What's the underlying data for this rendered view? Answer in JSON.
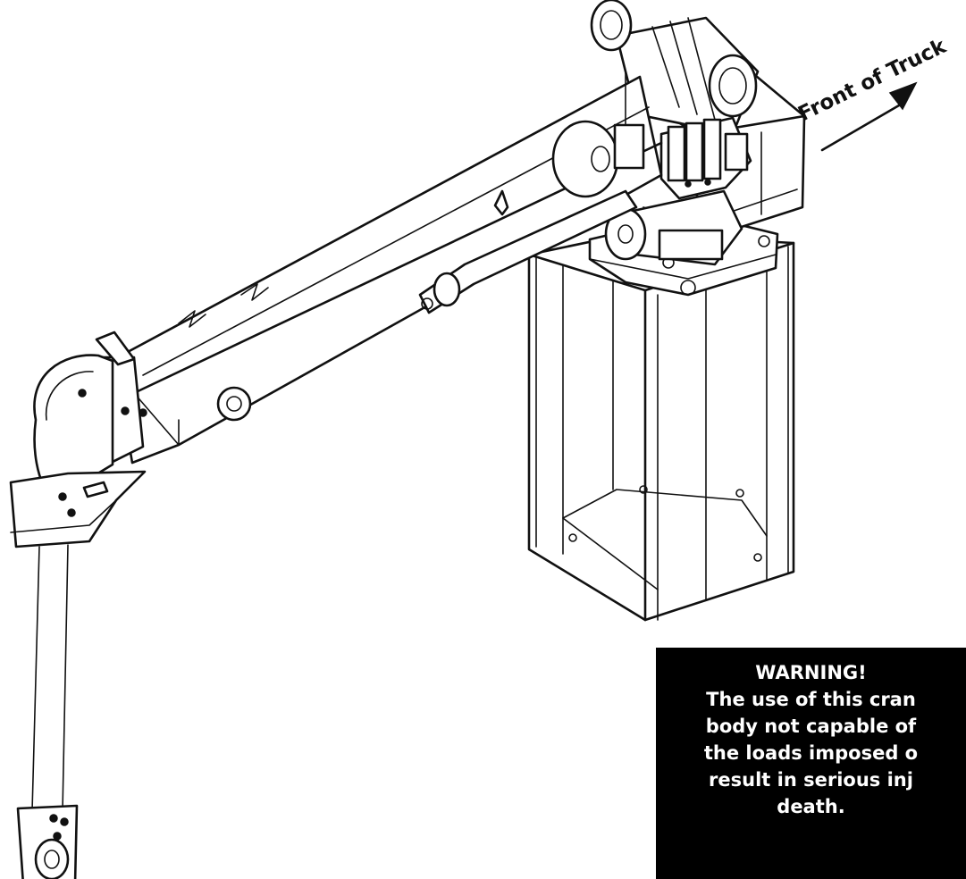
{
  "callout": {
    "front_of_truck": "Front of Truck"
  },
  "warning": {
    "title": "WARNING!",
    "lines": [
      "The use of this cran",
      "body not capable of",
      "the loads imposed o",
      "result in serious inj",
      "death."
    ]
  },
  "colors": {
    "line": "#111111",
    "background": "#ffffff",
    "warning_bg": "#000000",
    "warning_text": "#ffffff"
  }
}
